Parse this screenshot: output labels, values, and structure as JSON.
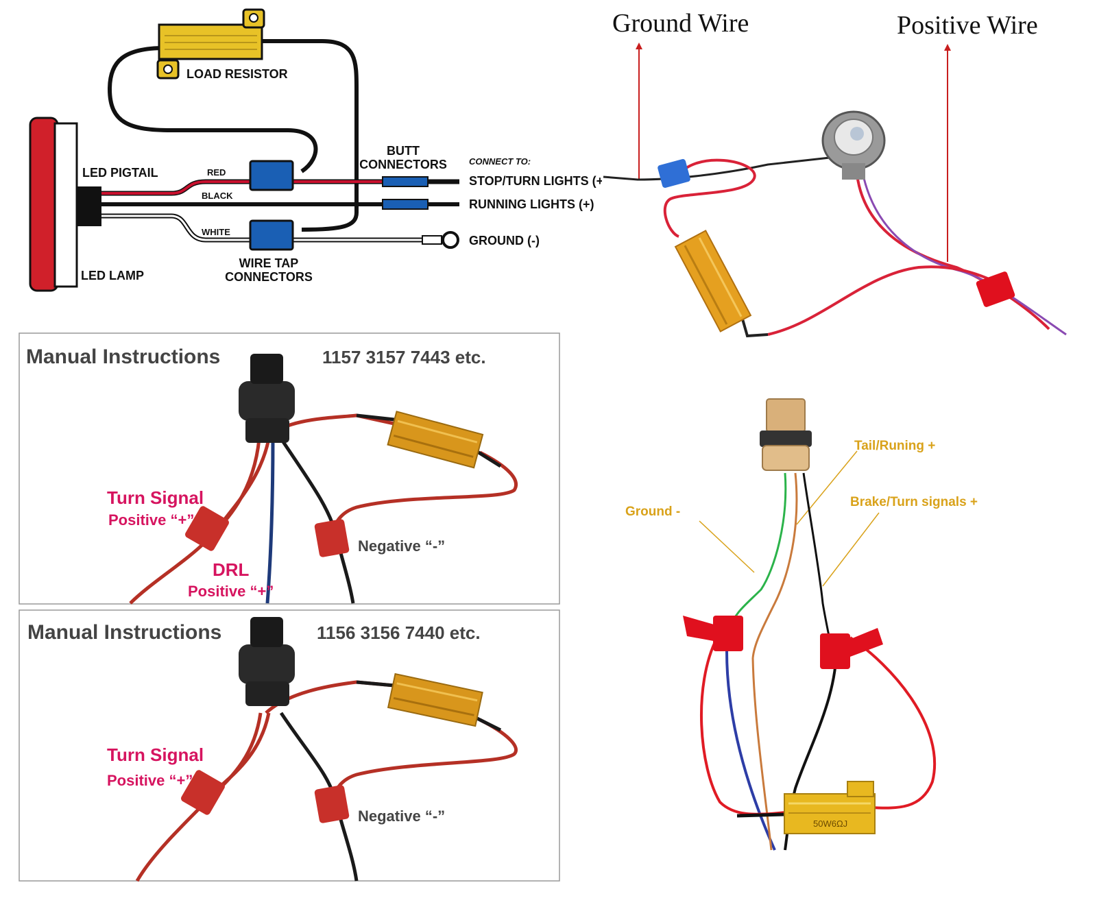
{
  "top_left_diagram": {
    "load_resistor": "LOAD RESISTOR",
    "led_pigtail": "LED PIGTAIL",
    "led_lamp": "LED LAMP",
    "wire_red": "RED",
    "wire_black": "BLACK",
    "wire_white": "WHITE",
    "butt_connectors_1": "BUTT",
    "butt_connectors_2": "CONNECTORS",
    "wire_tap_1": "WIRE TAP",
    "wire_tap_2": "CONNECTORS",
    "connect_to": "CONNECT TO:",
    "stop_turn": "STOP/TURN LIGHTS (+)",
    "running": "RUNNING LIGHTS (+)",
    "ground": "GROUND (-)"
  },
  "top_right_photo": {
    "ground_wire": "Ground Wire",
    "positive_wire": "Positive Wire"
  },
  "panel_1157": {
    "title": "Manual Instructions",
    "bulbs": "1157 3157 7443 etc.",
    "turn_signal": "Turn Signal",
    "turn_positive": "Positive “+”",
    "drl": "DRL",
    "drl_positive": "Positive “+”",
    "negative": "Negative “-”"
  },
  "panel_1156": {
    "title": "Manual Instructions",
    "bulbs": "1156 3156 7440 etc.",
    "turn_signal": "Turn Signal",
    "turn_positive": "Positive “+”",
    "negative": "Negative “-”"
  },
  "bottom_right_photo": {
    "tail": "Tail/Runing +",
    "ground": "Ground -",
    "brake": "Brake/Turn signals +",
    "resistor_marking": "50W6ΩJ"
  },
  "colors": {
    "wire_red": "#c8102e",
    "wire_black": "#111111",
    "connector_blue": "#1a5fb4",
    "resistor_gold": "#d4a520",
    "label_pink": "#d6145f",
    "callout_orange": "#d9a21a"
  }
}
